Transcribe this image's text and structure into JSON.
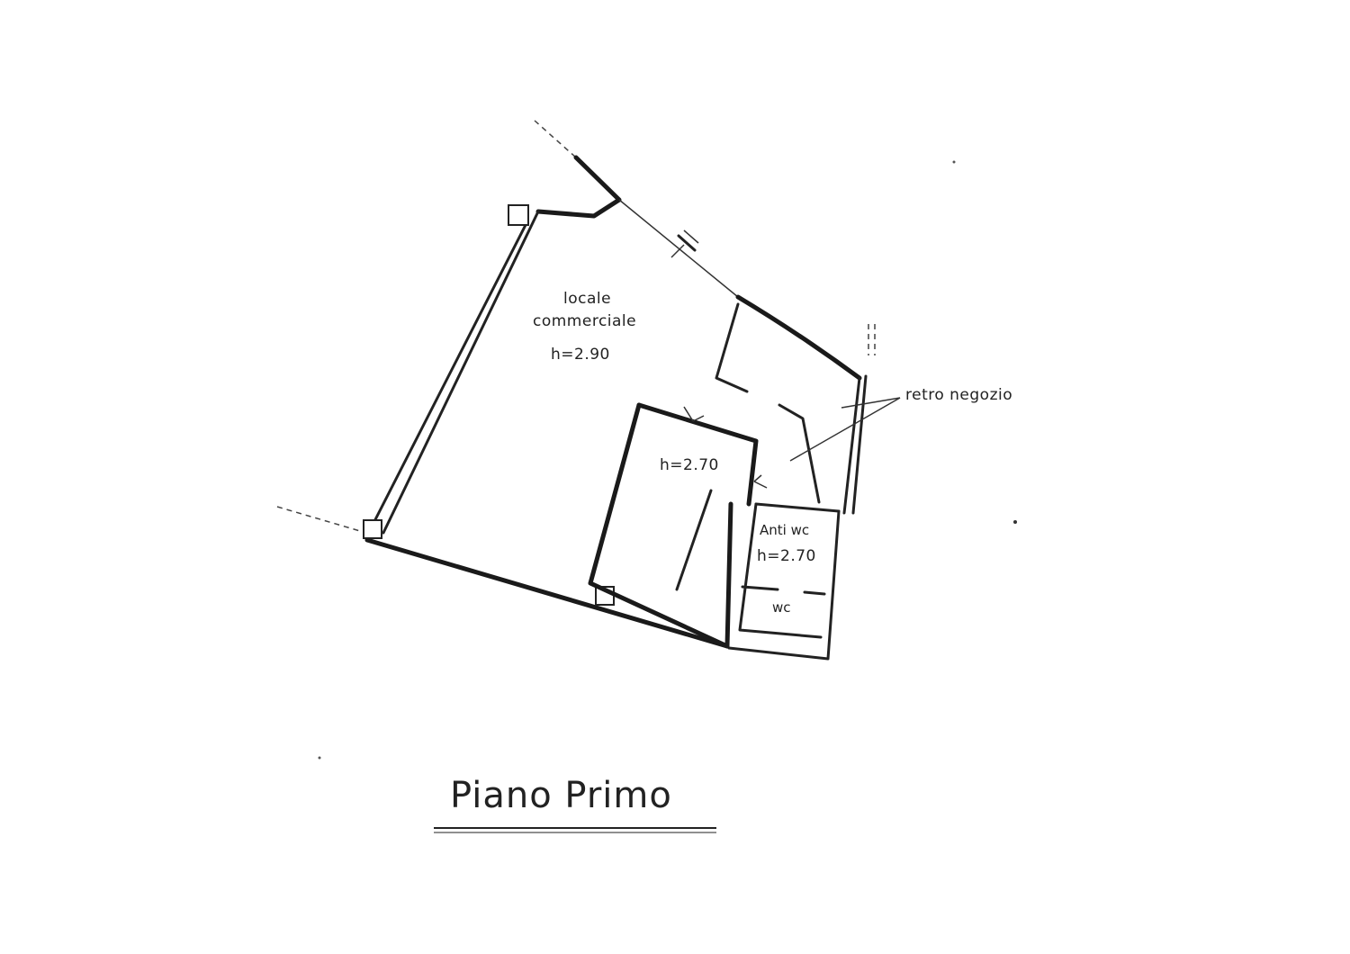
{
  "title": "Piano Primo",
  "rooms": {
    "locale_line1": "locale",
    "locale_line2": "commerciale",
    "locale_height": "h=2.90",
    "center_height": "h=2.70",
    "retro_negozio": "retro negozio",
    "anti_wc": "Anti wc",
    "anti_wc_height": "h=2.70",
    "wc": "wc"
  }
}
